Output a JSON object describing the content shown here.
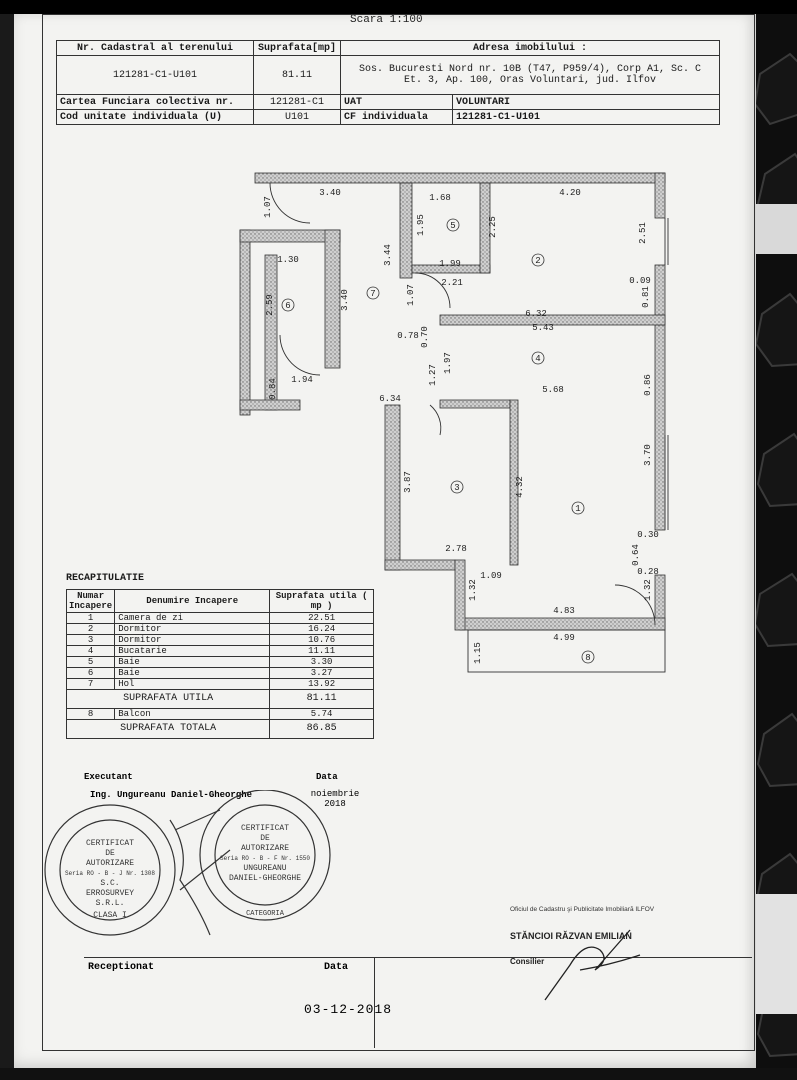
{
  "scale": "Scara 1:100",
  "header": {
    "col1_title": "Nr. Cadastral al terenului",
    "col2_title": "Suprafata",
    "col2_unit": "mp",
    "col3_title": "Adresa imobilului :",
    "cadastral_nr": "121281-C1-U101",
    "surface": "81.11",
    "address_line1": "Sos. Bucuresti Nord nr. 10B (T47, P959/4), Corp A1, Sc. C",
    "address_line2": "Et. 3, Ap. 100, Oras Voluntari, jud. Ilfov",
    "cf_label": "Cartea Funciara colectiva nr.",
    "cf_value": "121281-C1",
    "uat_label": "UAT",
    "uat_value": "VOLUNTARI",
    "cod_label": "Cod unitate individuala (U)",
    "cod_value": "U101",
    "cfi_label": "CF individuala",
    "cfi_value": "121281-C1-U101"
  },
  "plan": {
    "dims": [
      "3.40",
      "1.07",
      "1.68",
      "4.20",
      "2.51",
      "1.95",
      "2.25",
      "3.44",
      "1.30",
      "1.99",
      "2.21",
      "0.09",
      "2.59",
      "3.40",
      "1.07",
      "6.32",
      "0.81",
      "5.43",
      "0.78",
      "0.70",
      "1.27",
      "1.97",
      "0.86",
      "5.68",
      "0.84",
      "1.94",
      "6.34",
      "3.70",
      "3.87",
      "4.32",
      "2.78",
      "0.30",
      "0.64",
      "0.28",
      "1.09",
      "1.32",
      "1.32",
      "4.83",
      "4.99",
      "1.15"
    ],
    "rooms": [
      "1",
      "2",
      "3",
      "4",
      "5",
      "6",
      "7",
      "8"
    ]
  },
  "recap": {
    "title": "RECAPITULATIE",
    "head_nr": "Numar Incapere",
    "head_name": "Denumire Incapere",
    "head_surface": "Suprafata utila ( mp )",
    "rows": [
      {
        "nr": "1",
        "name": "Camera de zi",
        "area": "22.51"
      },
      {
        "nr": "2",
        "name": "Dormitor",
        "area": "16.24"
      },
      {
        "nr": "3",
        "name": "Dormitor",
        "area": "10.76"
      },
      {
        "nr": "4",
        "name": "Bucatarie",
        "area": "11.11"
      },
      {
        "nr": "5",
        "name": "Baie",
        "area": "3.30"
      },
      {
        "nr": "6",
        "name": "Baie",
        "area": "3.27"
      },
      {
        "nr": "7",
        "name": "Hol",
        "area": "13.92"
      }
    ],
    "util_label": "SUPRAFATA UTILA",
    "util_value": "81.11",
    "balcon_nr": "8",
    "balcon_name": "Balcon",
    "balcon_area": "5.74",
    "total_label": "SUPRAFATA TOTALA",
    "total_value": "86.85"
  },
  "executant": {
    "label": "Executant",
    "date_label": "Data",
    "name": "Ing. Ungureanu Daniel-Gheorghe",
    "date": "noiembrie 2018"
  },
  "receptionat": {
    "label": "Receptionat",
    "date_label": "Data",
    "date": "03-12-2018"
  },
  "ocpi": {
    "office": "Oficiul de Cadastru şi Publicitate Imobiliară ILFOV",
    "name": "STĂNCIOI RĂZVAN EMILIAN",
    "role": "Consilier"
  },
  "stamps": {
    "left_text": [
      "CERTIFICAT",
      "DE",
      "AUTORIZARE",
      "Seria RO - B - J Nr. 1308",
      "S.C.",
      "ERROSURVEY",
      "S.R.L.",
      "CLASA I"
    ],
    "right_text": [
      "CERTIFICAT",
      "DE",
      "AUTORIZARE",
      "Seria RO - B - F Nr. 1550",
      "UNGUREANU",
      "DANIEL-GHEORGHE",
      "CATEGORIA"
    ]
  }
}
